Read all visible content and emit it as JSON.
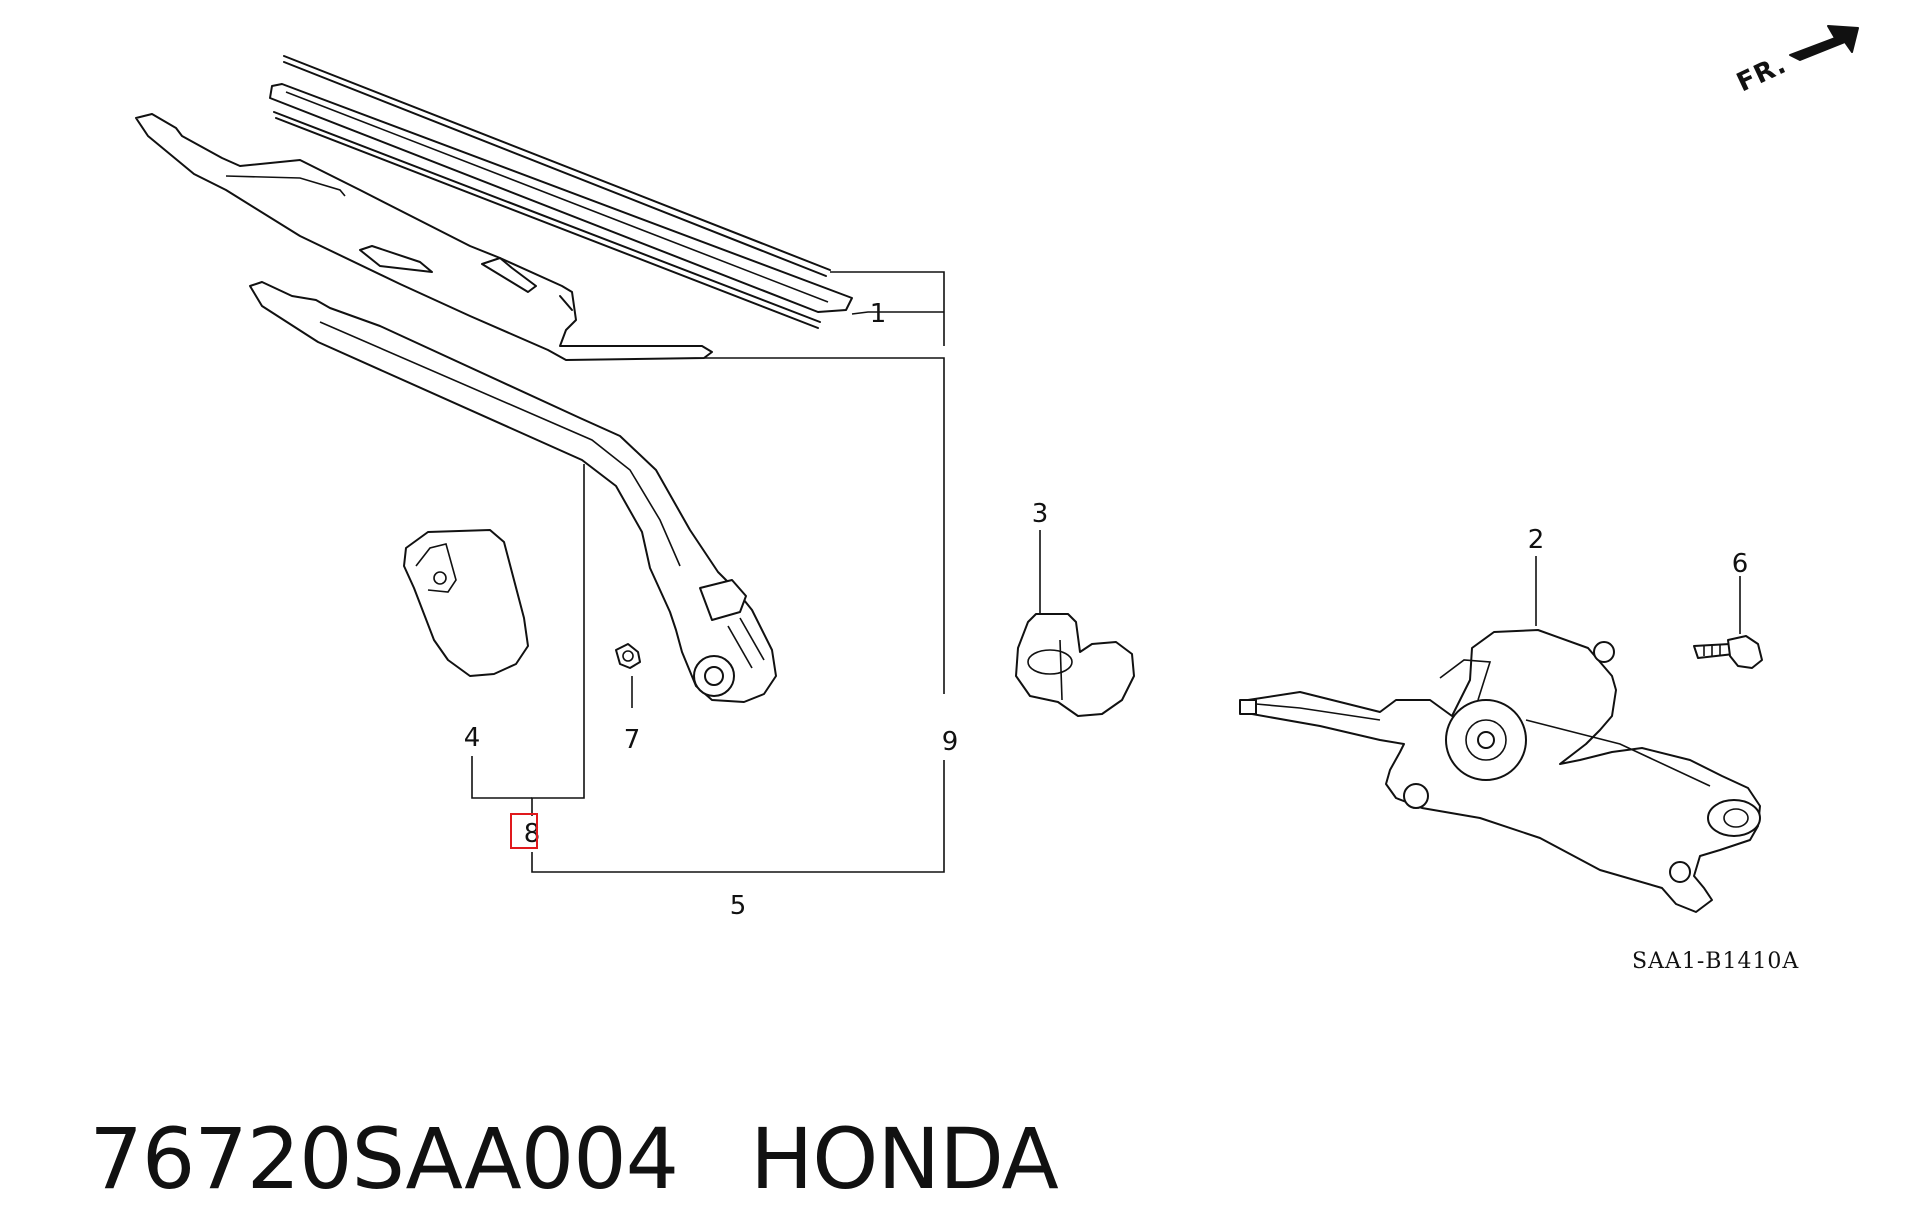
{
  "callouts": {
    "c1": "1",
    "c2": "2",
    "c3": "3",
    "c4": "4",
    "c5": "5",
    "c6": "6",
    "c7": "7",
    "c8": "8",
    "c9": "9"
  },
  "direction_label": "FR.",
  "diagram_code": "SAA1-B1410A",
  "caption": {
    "part_number": "76720SAA004",
    "brand": "HONDA"
  },
  "colors": {
    "line": "#111111",
    "highlight": "#e0191d",
    "background": "#ffffff"
  }
}
